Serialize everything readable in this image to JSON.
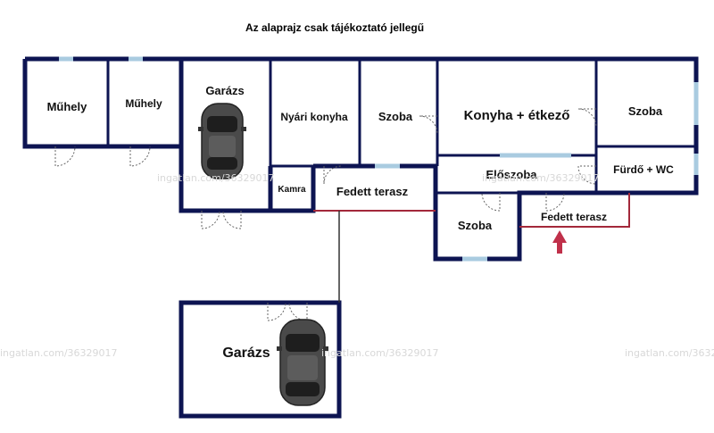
{
  "title": "Az alaprajz csak tájékoztató jellegű",
  "watermark": "ingatlan.com/36329017",
  "rooms": {
    "muhely1": "Műhely",
    "muhely2": "Műhely",
    "garazs1": "Garázs",
    "nyari_konyha": "Nyári konyha",
    "szoba1": "Szoba",
    "konyha_etkezo": "Konyha + étkező",
    "szoba2": "Szoba",
    "furdo_wc": "Fürdő + WC",
    "eloszoba": "Előszoba",
    "kamra": "Kamra",
    "fedett_terasz1": "Fedett terasz",
    "szoba3": "Szoba",
    "fedett_terasz2": "Fedett terasz",
    "garazs2": "Garázs"
  },
  "colors": {
    "wall": "#0d1452",
    "window": "#a9cbe0",
    "terrace_line": "#a3283a",
    "entrance_arrow": "#c0304a",
    "door_swing": "#666666",
    "car_body": "#4a4a4a"
  }
}
